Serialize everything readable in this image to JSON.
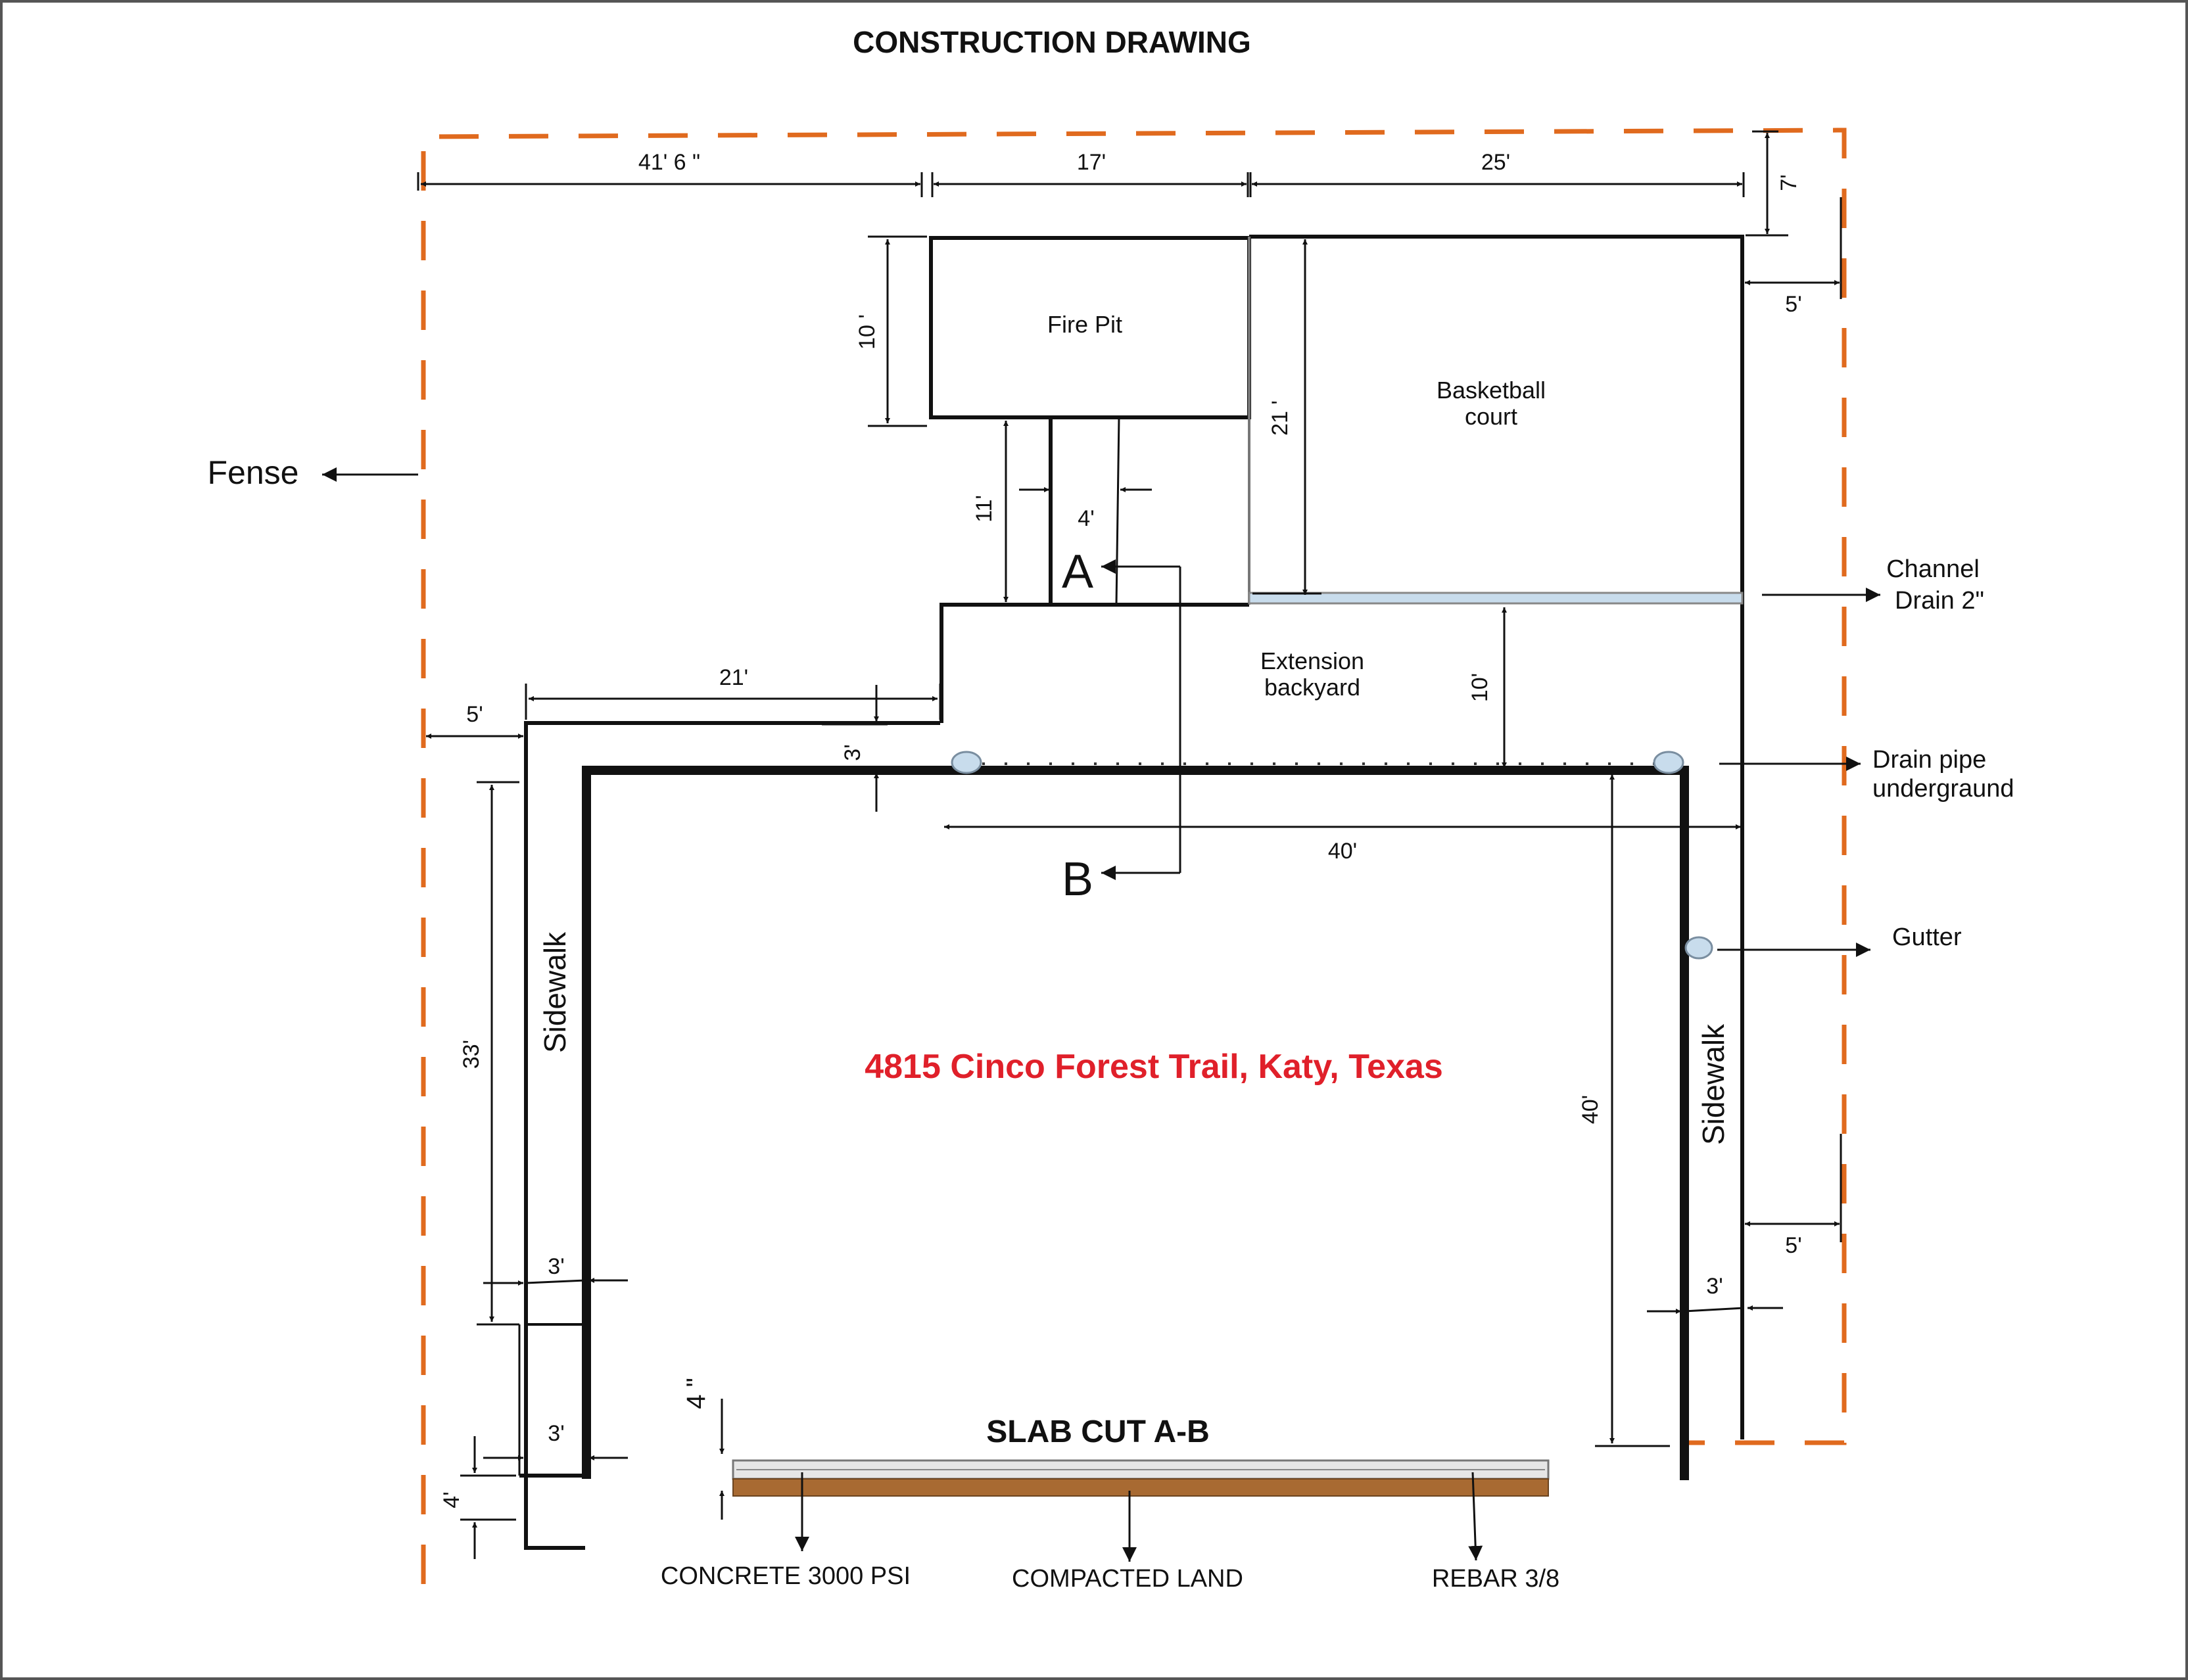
{
  "title": "CONSTRUCTION DRAWING",
  "address": "4815 Cinco Forest Trail, Katy, Texas",
  "colors": {
    "fence": "#e06a1e",
    "address": "#e0202a",
    "drain": "#c8dcec",
    "soil": "#a86a32"
  },
  "areas": {
    "fire_pit": "Fire Pit",
    "basketball_1": "Basketball",
    "basketball_2": "court",
    "extension_1": "Extension",
    "extension_2": "backyard",
    "sidewalk": "Sidewalk"
  },
  "callouts": {
    "fence": "Fense",
    "channel_drain_1": "Channel",
    "channel_drain_2": "Drain 2\"",
    "drain_pipe_1": "Drain pipe",
    "drain_pipe_2": "undergraund",
    "gutter": "Gutter"
  },
  "section_marks": {
    "a": "A",
    "b": "B"
  },
  "dimensions": {
    "top_left": "41' 6 \"",
    "top_mid": "17'",
    "top_right": "25'",
    "top_offset": "7'",
    "right_offset": "5'",
    "fire_pit_height": "10 '",
    "court_height": "21 '",
    "walk_gap": "11'",
    "walk_width": "4'",
    "sidewalk_top": "21'",
    "left_offset": "5'",
    "step": "3'",
    "extension_depth": "10'",
    "house_width": "40'",
    "left_sidewalk_length": "33'",
    "left_sidewalk_width_1": "3'",
    "left_sidewalk_width_2": "3'",
    "left_end": "4'",
    "right_house_length": "40'",
    "right_offset_lower": "5'",
    "right_sidewalk_width": "3'",
    "slab_thickness": "4 \""
  },
  "slab": {
    "title": "SLAB CUT A-B",
    "concrete": "CONCRETE 3000 PSI",
    "land": "COMPACTED LAND",
    "rebar": "REBAR 3/8"
  }
}
